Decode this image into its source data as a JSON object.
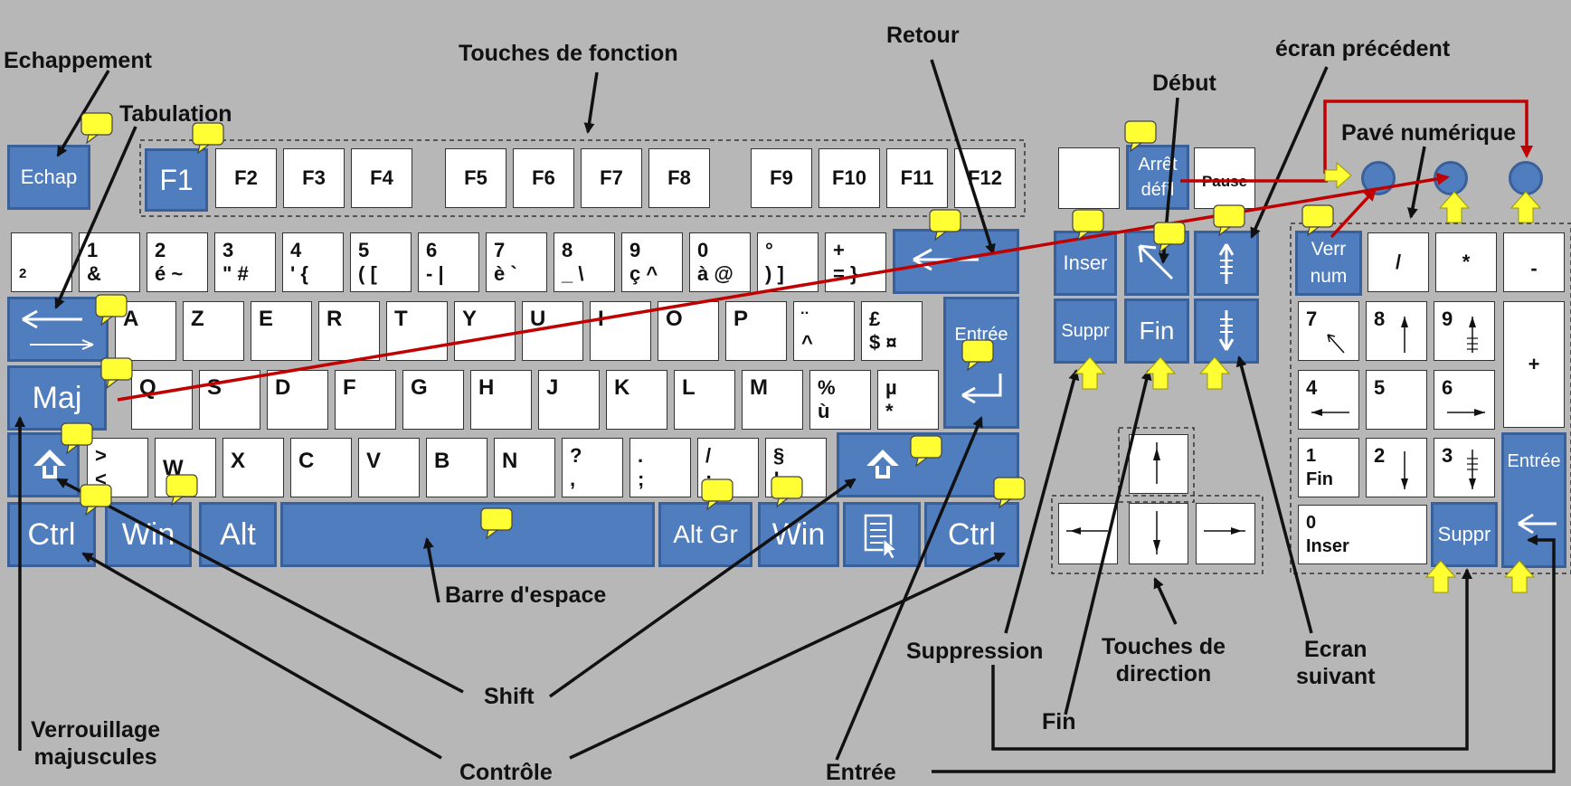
{
  "colors": {
    "background": "#b7b7b7",
    "special_key": "#4f7dbd",
    "key": "#ffffff",
    "red_line": "#c00000",
    "callout": "#ffff33"
  },
  "labels": {
    "echappement": "Echappement",
    "touches_fonction": "Touches de fonction",
    "retour": "Retour",
    "debut": "Début",
    "ecran_precedent": "écran précédent",
    "tabulation": "Tabulation",
    "pave_numerique": "Pavé numérique",
    "barre_espace": "Barre d'espace",
    "suppression": "Suppression",
    "touches_direction": "Touches de\ndirection",
    "ecran_suivant": "Ecran\nsuivant",
    "shift": "Shift",
    "fin": "Fin",
    "verrouillage": "Verrouillage\nmajuscules",
    "controle": "Contrôle",
    "entree": "Entrée"
  },
  "keys": {
    "echap": "Echap",
    "f1": "F1",
    "f2": "F2",
    "f3": "F3",
    "f4": "F4",
    "f5": "F5",
    "f6": "F6",
    "f7": "F7",
    "f8": "F8",
    "f9": "F9",
    "f10": "F10",
    "f11": "F11",
    "f12": "F12",
    "arret_defil": "Arrêt\ndéfil",
    "pause": "Pause",
    "n2": "\n2",
    "n1": "1\n&",
    "n2e": "2\né ~",
    "n3": "3\n\" #",
    "n4": "4\n' {",
    "n5": "5\n( [",
    "n6": "6\n- |",
    "n7": "7\nè `",
    "n8": "8\n_ \\",
    "n9": "9\nç ^",
    "n0": "0\nà @",
    "deg": "°\n) ]",
    "plus": "+\n= }",
    "inser": "Inser",
    "a": "A",
    "z": "Z",
    "e": "E",
    "r": "R",
    "t": "T",
    "y": "Y",
    "u": "U",
    "i": "I",
    "o": "O",
    "p": "P",
    "trema": "¨\n^",
    "pound": "£\n$ ¤",
    "entree": "Entrée",
    "suppr": "Suppr",
    "fin": "Fin",
    "verr_num": "Verr\nnum",
    "slash": "/",
    "star": "*",
    "minus": "-",
    "p7": "7",
    "p8": "8",
    "p9": "9",
    "pplus": "+",
    "maj": "Maj",
    "q": "Q",
    "s": "S",
    "d": "D",
    "f": "F",
    "g": "G",
    "h": "H",
    "j": "J",
    "k": "K",
    "l": "L",
    "m": "M",
    "pct": "%\nù",
    "mu": "µ\n*",
    "p4": "4",
    "p5": "5",
    "p6": "6",
    "gt": ">\n<",
    "w": "W",
    "x": "X",
    "c": "C",
    "v": "V",
    "b": "B",
    "n": "N",
    "q_mark": "?\n,",
    "dot": ".\n;",
    "slash2": "/\n:",
    "sect": "§\n!",
    "p1": "1\nFin",
    "p2": "2",
    "p3": "3",
    "pentree": "Entrée",
    "ctrl": "Ctrl",
    "win": "Win",
    "alt": "Alt",
    "altgr": "Alt Gr",
    "p0": "0\nInser",
    "psuppr": "Suppr"
  }
}
